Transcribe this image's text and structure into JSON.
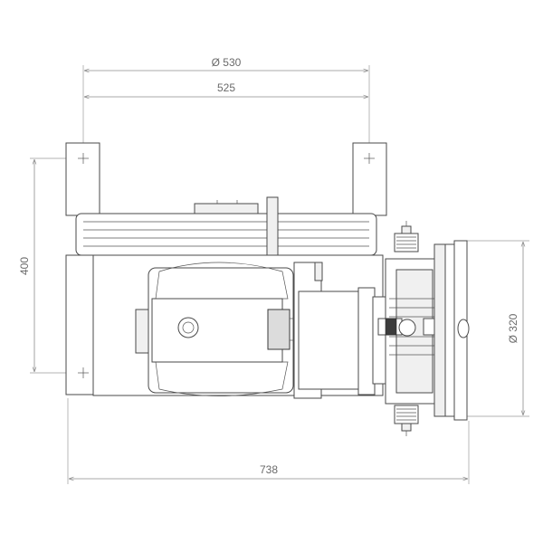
{
  "dimensions": {
    "flange_diameter_top": "Ø 530",
    "bolt_spacing": "525",
    "height": "400",
    "overall_length": "738",
    "brake_diameter": "Ø 320"
  }
}
